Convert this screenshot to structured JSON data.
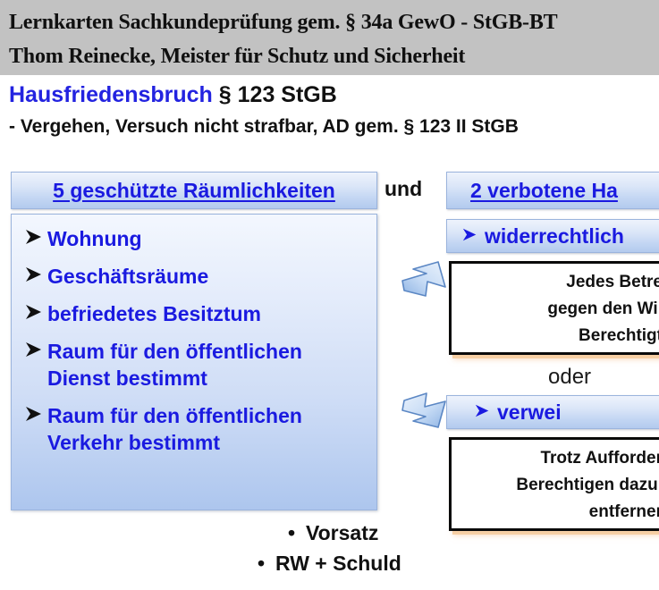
{
  "title": {
    "line1": "Lernkarten Sachkundeprüfung gem. § 34a GewO - StGB-BT",
    "line2": "Thom Reinecke, Meister für Schutz und Sicherheit",
    "band_color": "#c2c2c2"
  },
  "subtitle": {
    "offense_name": "Hausfriedensbruch",
    "statute": " § 123 StGB",
    "note": "- Vergehen, Versuch nicht strafbar, AD gem. § 123 II StGB",
    "accent_color": "#2323e0"
  },
  "left_panel": {
    "header": "5 geschützte Räumlichkeiten",
    "items": [
      "Wohnung",
      "Geschäftsräume",
      "befriedetes Besitztum",
      "Raum für den öffentlichen\nDienst bestimmt",
      "Raum für den öffentlichen\nVerkehr bestimmt"
    ],
    "item_1": "Wohnung",
    "item_2": "Geschäftsräume",
    "item_3": "befriedetes Besitztum",
    "item_4_line1": "Raum für den öffentlichen",
    "item_4_line2": "Dienst bestimmt",
    "item_5_line1": "Raum für den öffentlichen",
    "item_5_line2": "Verkehr bestimmt",
    "text_color": "#1a1ae0"
  },
  "connectors": {
    "und": "und",
    "oder": "oder"
  },
  "right_panel": {
    "header": "2 verbotene Ha",
    "action_1": {
      "label": "widerrechtlich",
      "detail_line1": "Jedes Betre",
      "detail_line2": "gegen den Wil",
      "detail_line3": "Berechtigt"
    },
    "action_2": {
      "label": "verwei",
      "detail_line1": "Trotz Aufforder",
      "detail_line2": "Berechtigen dazu,",
      "detail_line3": "entferner"
    },
    "detail_border_color": "#0a0a0a",
    "detail_shadow_color": "#f7cfa4"
  },
  "bottom": {
    "bullet_1": "Vorsatz",
    "bullet_2": "RW + Schuld",
    "bullet_glyph": "•"
  },
  "icons": {
    "chevron_bullet": "chevron-bullet-icon",
    "arrow_up_right": "block-arrow-up-right-icon",
    "arrow_down_right": "block-arrow-down-right-icon"
  }
}
